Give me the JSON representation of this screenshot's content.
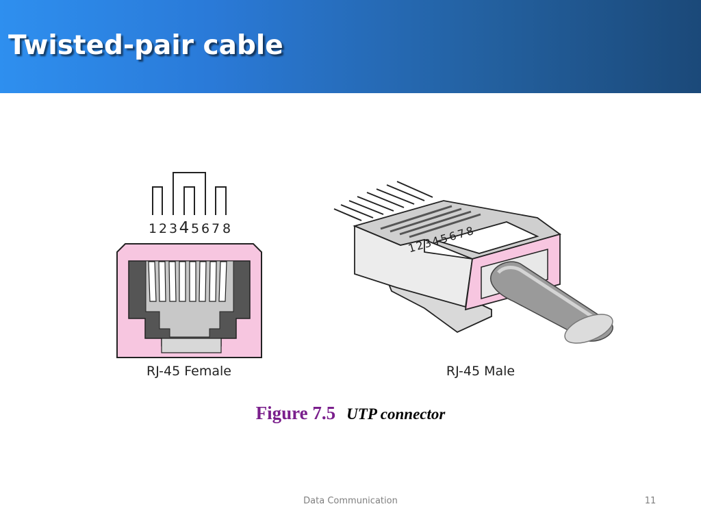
{
  "slide": {
    "title": "Twisted-pair cable",
    "footer": "Data Communication",
    "page_number": "11"
  },
  "figure": {
    "number": "Figure 7.5",
    "caption": "UTP connector",
    "female": {
      "label": "RJ-45 Female",
      "pin_numbers": [
        "1",
        "2",
        "3",
        "4",
        "5",
        "6",
        "7",
        "8"
      ]
    },
    "male": {
      "label": "RJ-45 Male",
      "pin_numbers": [
        "1",
        "2",
        "3",
        "4",
        "5",
        "6",
        "7",
        "8"
      ]
    }
  },
  "colors": {
    "header_start": "#2e8fef",
    "header_end": "#1b4979",
    "connector_pink": "#f7c6e0",
    "connector_gray": "#e6e6e6",
    "figure_number": "#7a1f8c"
  }
}
